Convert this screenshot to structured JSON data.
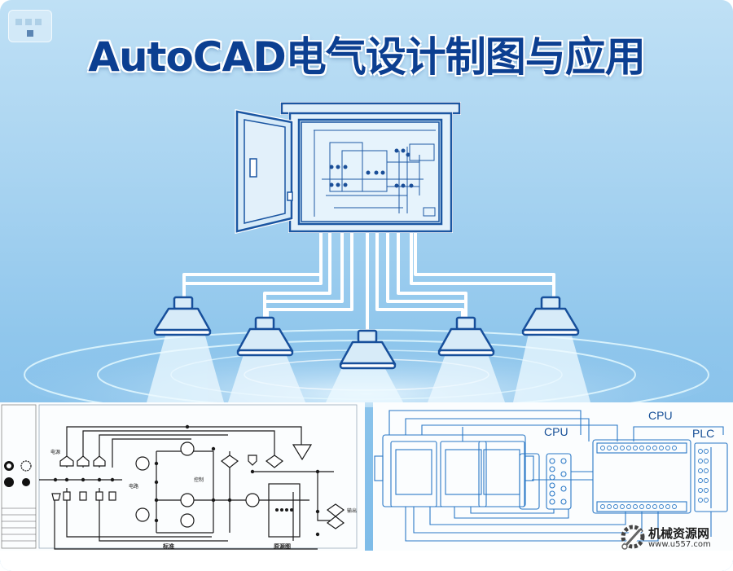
{
  "header": {
    "title": "AutoCAD电气设计制图与应用",
    "logo_placeholder": "blurred-logo"
  },
  "illustration": {
    "cabinet": "open-electrical-cabinet-with-schematic",
    "lamps_count": 5,
    "colors": {
      "primary": "#0c3f91",
      "line": "#1b5aa6",
      "background_top": "#bfe0f5",
      "background_bottom": "#7cbbe8",
      "wire": "#ffffff"
    }
  },
  "panels": {
    "left": {
      "description": "Electrical schematic drawing",
      "labels": [
        "标准",
        "原源图",
        "电源",
        "电路",
        "控制",
        "输出"
      ]
    },
    "right": {
      "description": "PLC wiring diagram",
      "labels": {
        "cpu_mid": "CPU",
        "cpu_top": "CPU",
        "plc": "PLC"
      }
    }
  },
  "watermark": {
    "name": "机械资源网",
    "url": "www.u557.com"
  }
}
